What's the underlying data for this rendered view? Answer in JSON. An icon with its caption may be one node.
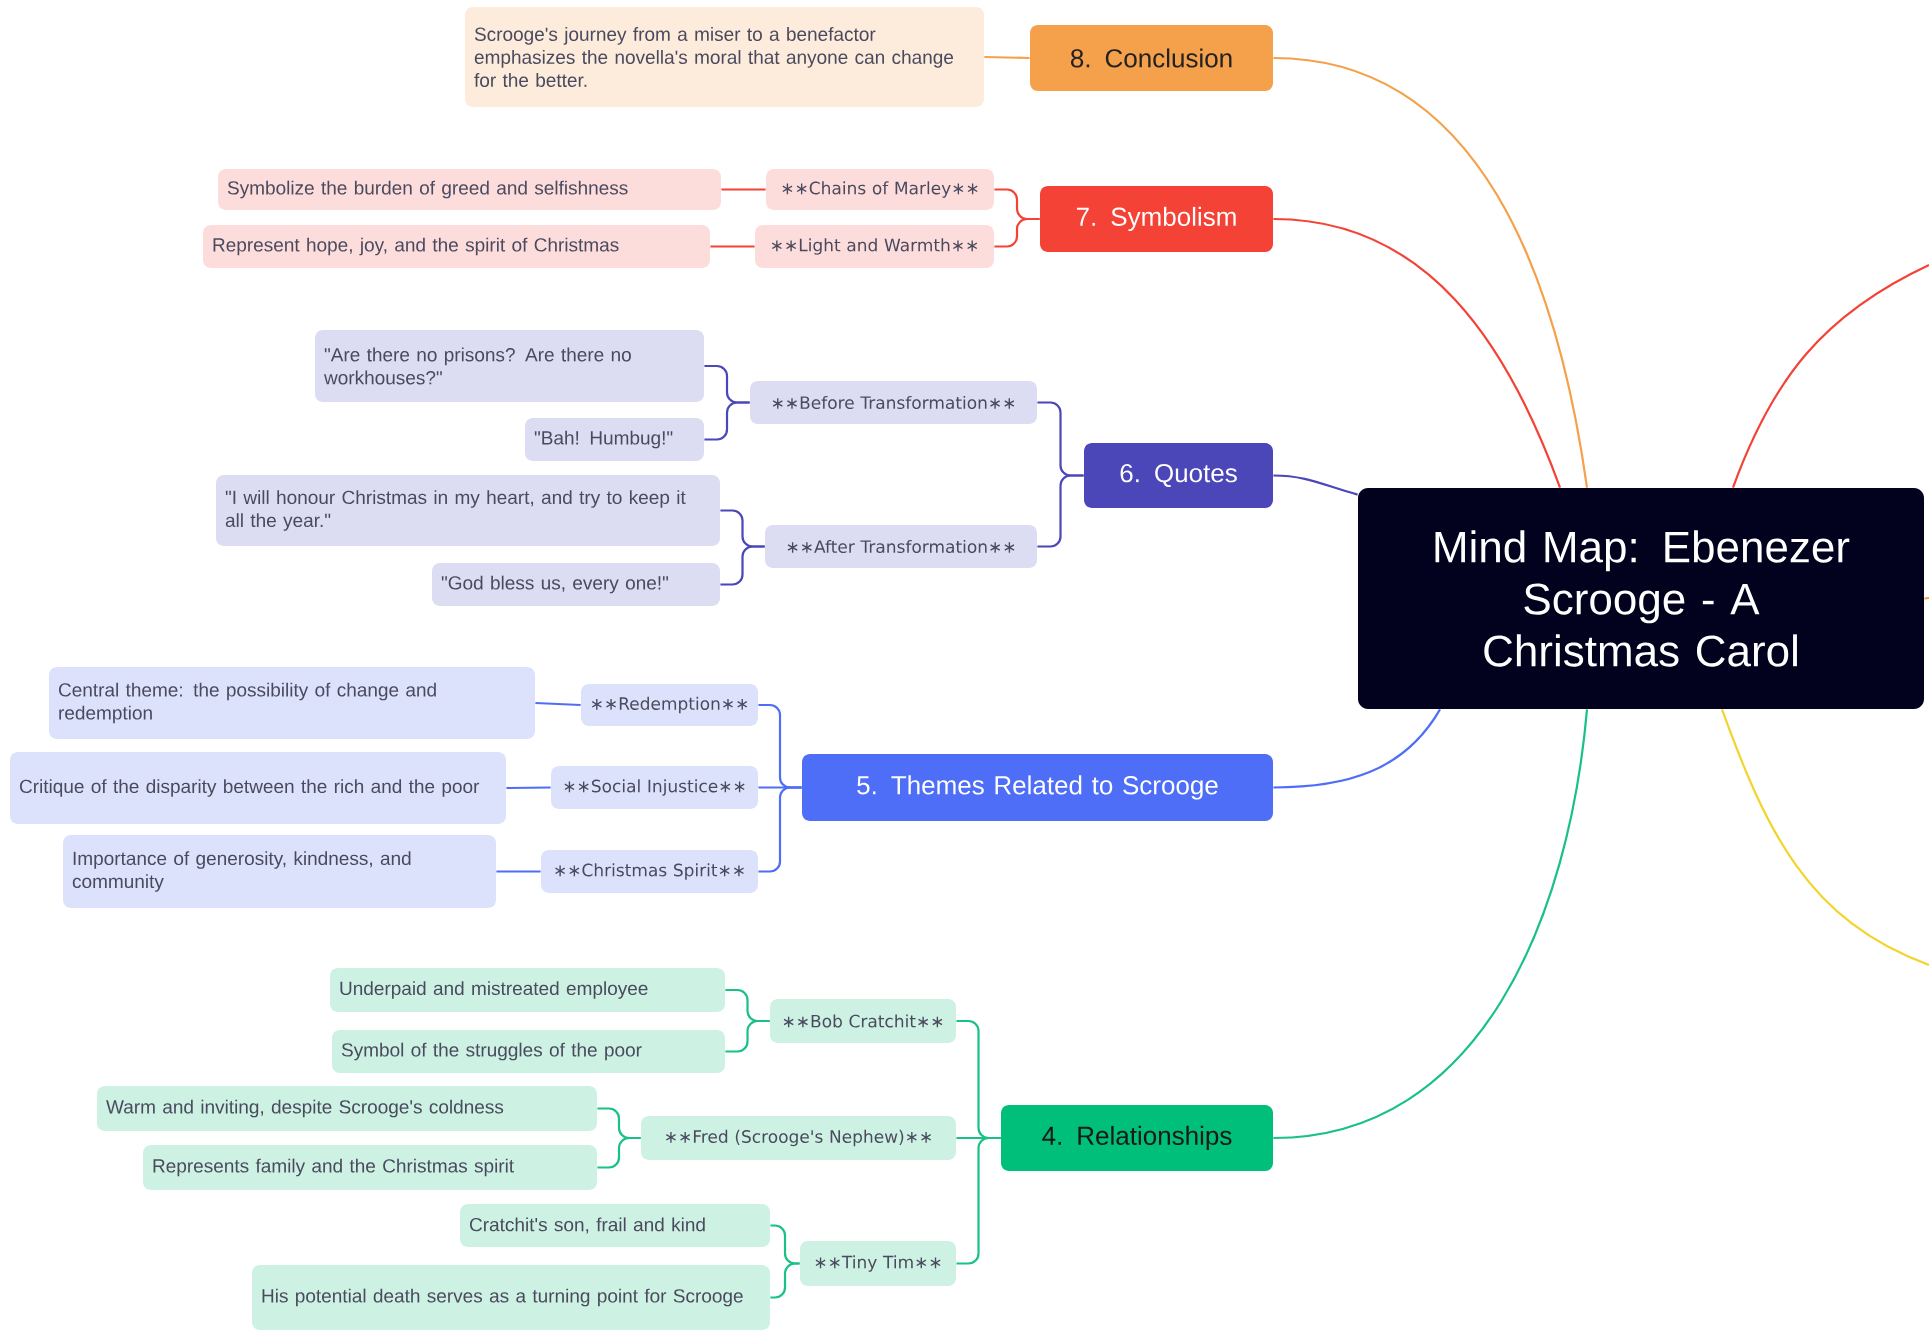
{
  "diagram": {
    "nodes": [
      {
        "text": [
          "Mind Map: Ebenezer Scrooge - A Christmas Carol"
        ]
      },
      {
        "text": [
          "8. Conclusion"
        ]
      },
      {
        "text": [
          "Scrooge's journey from a miser to a benefactor emphasizes the novella's moral that anyone can change for the better."
        ]
      },
      {
        "text": [
          "7. Symbolism"
        ]
      },
      {
        "text": [
          "∗∗Chains of Marley∗∗"
        ]
      },
      {
        "text": [
          "Symbolize the burden of greed and selfishness"
        ]
      },
      {
        "text": [
          "∗∗Light and Warmth∗∗"
        ]
      },
      {
        "text": [
          "Represent hope, joy, and the spirit of Christmas"
        ]
      },
      {
        "text": [
          "6. Quotes"
        ]
      },
      {
        "text": [
          "∗∗Before Transformation∗∗"
        ]
      },
      {
        "text": [
          "\"Are there no prisons? Are there no workhouses?\""
        ]
      },
      {
        "text": [
          "\"Bah! Humbug!\""
        ]
      },
      {
        "text": [
          "∗∗After Transformation∗∗"
        ]
      },
      {
        "text": [
          "\"I will honour Christmas in my heart, and try to keep it all the year.\""
        ]
      },
      {
        "text": [
          "\"God bless us, every one!\""
        ]
      },
      {
        "text": [
          "5. Themes Related to Scrooge"
        ]
      },
      {
        "text": [
          "∗∗Redemption∗∗"
        ]
      },
      {
        "text": [
          "Central theme: the possibility of change and redemption"
        ]
      },
      {
        "text": [
          "∗∗Social Injustice∗∗"
        ]
      },
      {
        "text": [
          "Critique of the disparity between the rich and the poor"
        ]
      },
      {
        "text": [
          "∗∗Christmas Spirit∗∗"
        ]
      },
      {
        "text": [
          "Importance of generosity, kindness, and community"
        ]
      },
      {
        "text": [
          "4. Relationships"
        ]
      },
      {
        "text": [
          "∗∗Bob Cratchit∗∗"
        ]
      },
      {
        "text": [
          "Underpaid and mistreated employee"
        ]
      },
      {
        "text": [
          "Symbol of the struggles of the poor"
        ]
      },
      {
        "text": [
          "∗∗Fred (Scrooge's Nephew)∗∗"
        ]
      },
      {
        "text": [
          "Warm and inviting, despite Scrooge's coldness"
        ]
      },
      {
        "text": [
          "Represents family and the Christmas spirit"
        ]
      },
      {
        "text": [
          "∗∗Tiny Tim∗∗"
        ]
      },
      {
        "text": [
          "Cratchit's son, frail and kind"
        ]
      },
      {
        "text": [
          "His potential death serves as a turning point for Scrooge"
        ]
      }
    ],
    "edges": [
      {
        "from": 0,
        "to": 1,
        "arrow": "none",
        "color": "#f5a04a"
      },
      {
        "from": 1,
        "to": 2,
        "arrow": "none",
        "color": "#f5a04a"
      },
      {
        "from": 0,
        "to": 3,
        "arrow": "none",
        "color": "#f44336"
      },
      {
        "from": 3,
        "to": 4,
        "arrow": "none",
        "color": "#f44336"
      },
      {
        "from": 4,
        "to": 5,
        "arrow": "none",
        "color": "#f44336"
      },
      {
        "from": 3,
        "to": 6,
        "arrow": "none",
        "color": "#f44336"
      },
      {
        "from": 6,
        "to": 7,
        "arrow": "none",
        "color": "#f44336"
      },
      {
        "from": 0,
        "to": 8,
        "arrow": "none",
        "color": "#4b47b9"
      },
      {
        "from": 8,
        "to": 9,
        "arrow": "none",
        "color": "#4b47b9"
      },
      {
        "from": 9,
        "to": 10,
        "arrow": "none",
        "color": "#4b47b9"
      },
      {
        "from": 9,
        "to": 11,
        "arrow": "none",
        "color": "#4b47b9"
      },
      {
        "from": 8,
        "to": 12,
        "arrow": "none",
        "color": "#4b47b9"
      },
      {
        "from": 12,
        "to": 13,
        "arrow": "none",
        "color": "#4b47b9"
      },
      {
        "from": 12,
        "to": 14,
        "arrow": "none",
        "color": "#4b47b9"
      },
      {
        "from": 0,
        "to": 15,
        "arrow": "none",
        "color": "#4f6ef7"
      },
      {
        "from": 15,
        "to": 16,
        "arrow": "none",
        "color": "#4f6ef7"
      },
      {
        "from": 16,
        "to": 17,
        "arrow": "none",
        "color": "#4f6ef7"
      },
      {
        "from": 15,
        "to": 18,
        "arrow": "none",
        "color": "#4f6ef7"
      },
      {
        "from": 18,
        "to": 19,
        "arrow": "none",
        "color": "#4f6ef7"
      },
      {
        "from": 15,
        "to": 20,
        "arrow": "none",
        "color": "#4f6ef7"
      },
      {
        "from": 20,
        "to": 21,
        "arrow": "none",
        "color": "#4f6ef7"
      },
      {
        "from": 0,
        "to": 22,
        "arrow": "none",
        "color": "#19c184"
      },
      {
        "from": 22,
        "to": 23,
        "arrow": "none",
        "color": "#19c184"
      },
      {
        "from": 23,
        "to": 24,
        "arrow": "none",
        "color": "#19c184"
      },
      {
        "from": 23,
        "to": 25,
        "arrow": "none",
        "color": "#19c184"
      },
      {
        "from": 22,
        "to": 26,
        "arrow": "none",
        "color": "#19c184"
      },
      {
        "from": 26,
        "to": 27,
        "arrow": "none",
        "color": "#19c184"
      },
      {
        "from": 26,
        "to": 28,
        "arrow": "none",
        "color": "#19c184"
      },
      {
        "from": 22,
        "to": 29,
        "arrow": "none",
        "color": "#19c184"
      },
      {
        "from": 29,
        "to": 30,
        "arrow": "none",
        "color": "#19c184"
      },
      {
        "from": 29,
        "to": 31,
        "arrow": "none",
        "color": "#19c184"
      },
      {
        "from": 0,
        "to": null,
        "arrow": "none",
        "color": "#f44336"
      },
      {
        "from": 0,
        "to": null,
        "arrow": "none",
        "color": "#f5a04a"
      },
      {
        "from": 0,
        "to": null,
        "arrow": "none",
        "color": "#f2d42c"
      }
    ]
  }
}
